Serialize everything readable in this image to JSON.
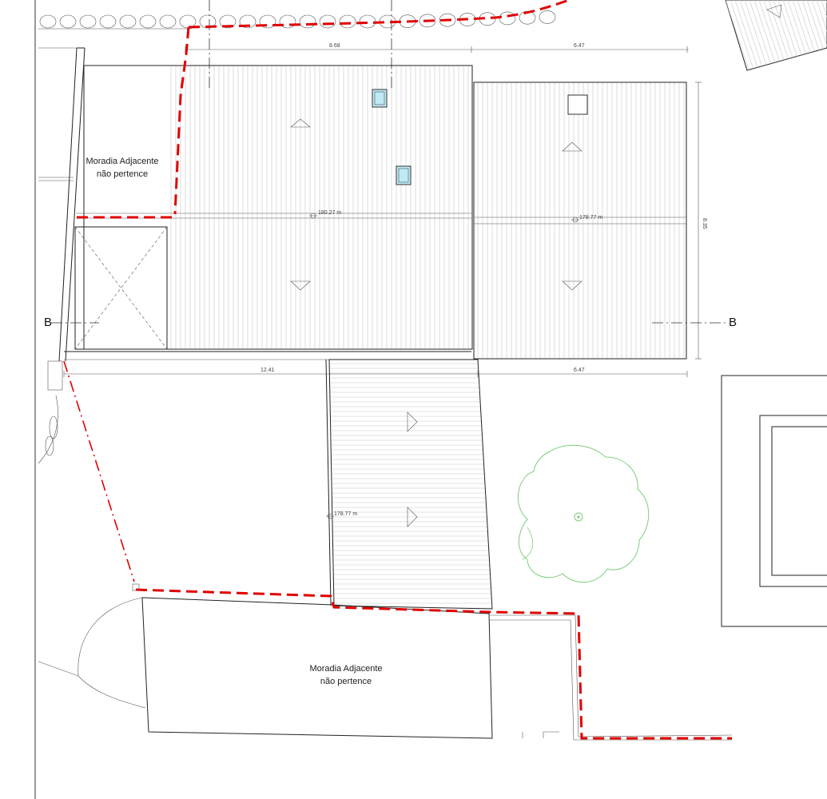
{
  "labels": {
    "adjacent_top_line1": "Moradia Adjacente",
    "adjacent_top_line2": "não pertence",
    "adjacent_bottom_line1": "Moradia Adjacente",
    "adjacent_bottom_line2": "não pertence",
    "section_left": "B",
    "section_right": "B"
  },
  "dimensions": {
    "top_left": "8.68",
    "top_right": "6.47",
    "right_vertical": "8.35",
    "bottom_left": "12.41",
    "bottom_right": "6.47"
  },
  "elevations": {
    "main_roof": "180.27 m",
    "right_roof": "178.77 m",
    "lower_roof": "178.77 m"
  },
  "colors": {
    "boundary": "#e00000",
    "skylight": "#bfeaf5",
    "tree": "#7ccf7c",
    "hatch": "#c8c8c8"
  }
}
